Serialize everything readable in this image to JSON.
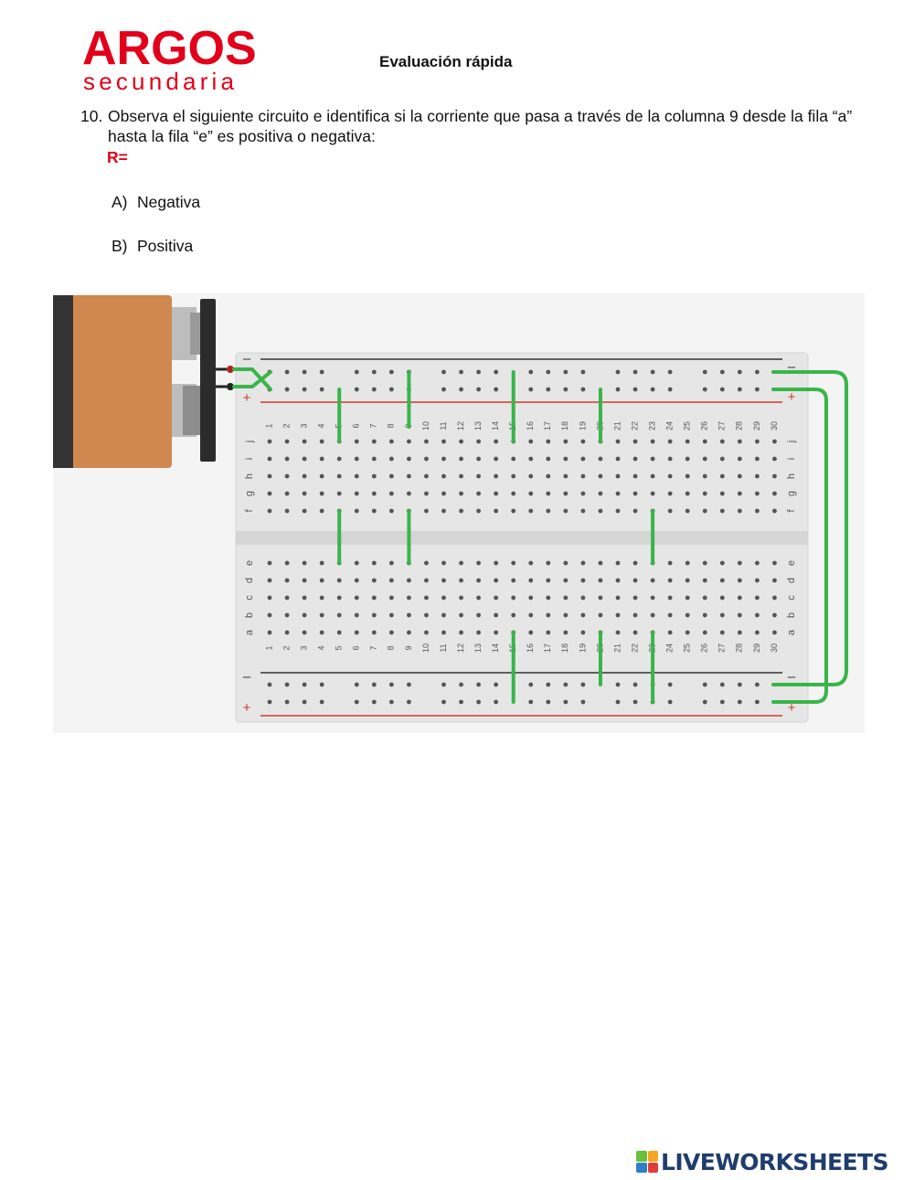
{
  "header": {
    "logo_line1": "ARGOS",
    "logo_line2": "secundaria",
    "doc_title": "Evaluación rápida"
  },
  "question": {
    "number": "10.",
    "text": "Observa el siguiente circuito e identifica si la corriente que pasa a través de la columna 9 desde la fila “a” hasta la fila “e” es positiva o negativa:",
    "answer_label": "R="
  },
  "options": [
    {
      "letter": "A)",
      "text": "Negativa"
    },
    {
      "letter": "B)",
      "text": "Positiva"
    }
  ],
  "breadboard": {
    "columns": 30,
    "top_rows": [
      "j",
      "i",
      "h",
      "g",
      "f"
    ],
    "bottom_rows": [
      "e",
      "d",
      "c",
      "b",
      "a"
    ],
    "rail_minus": "–",
    "rail_plus": "+"
  },
  "colors": {
    "brand_red": "#e2001a",
    "wire_green": "#39b54a",
    "battery": "#d08850",
    "rail_red": "#d0392b",
    "board": "#e6e6e6"
  },
  "footer": {
    "brand": "LIVEWORKSHEETS"
  }
}
